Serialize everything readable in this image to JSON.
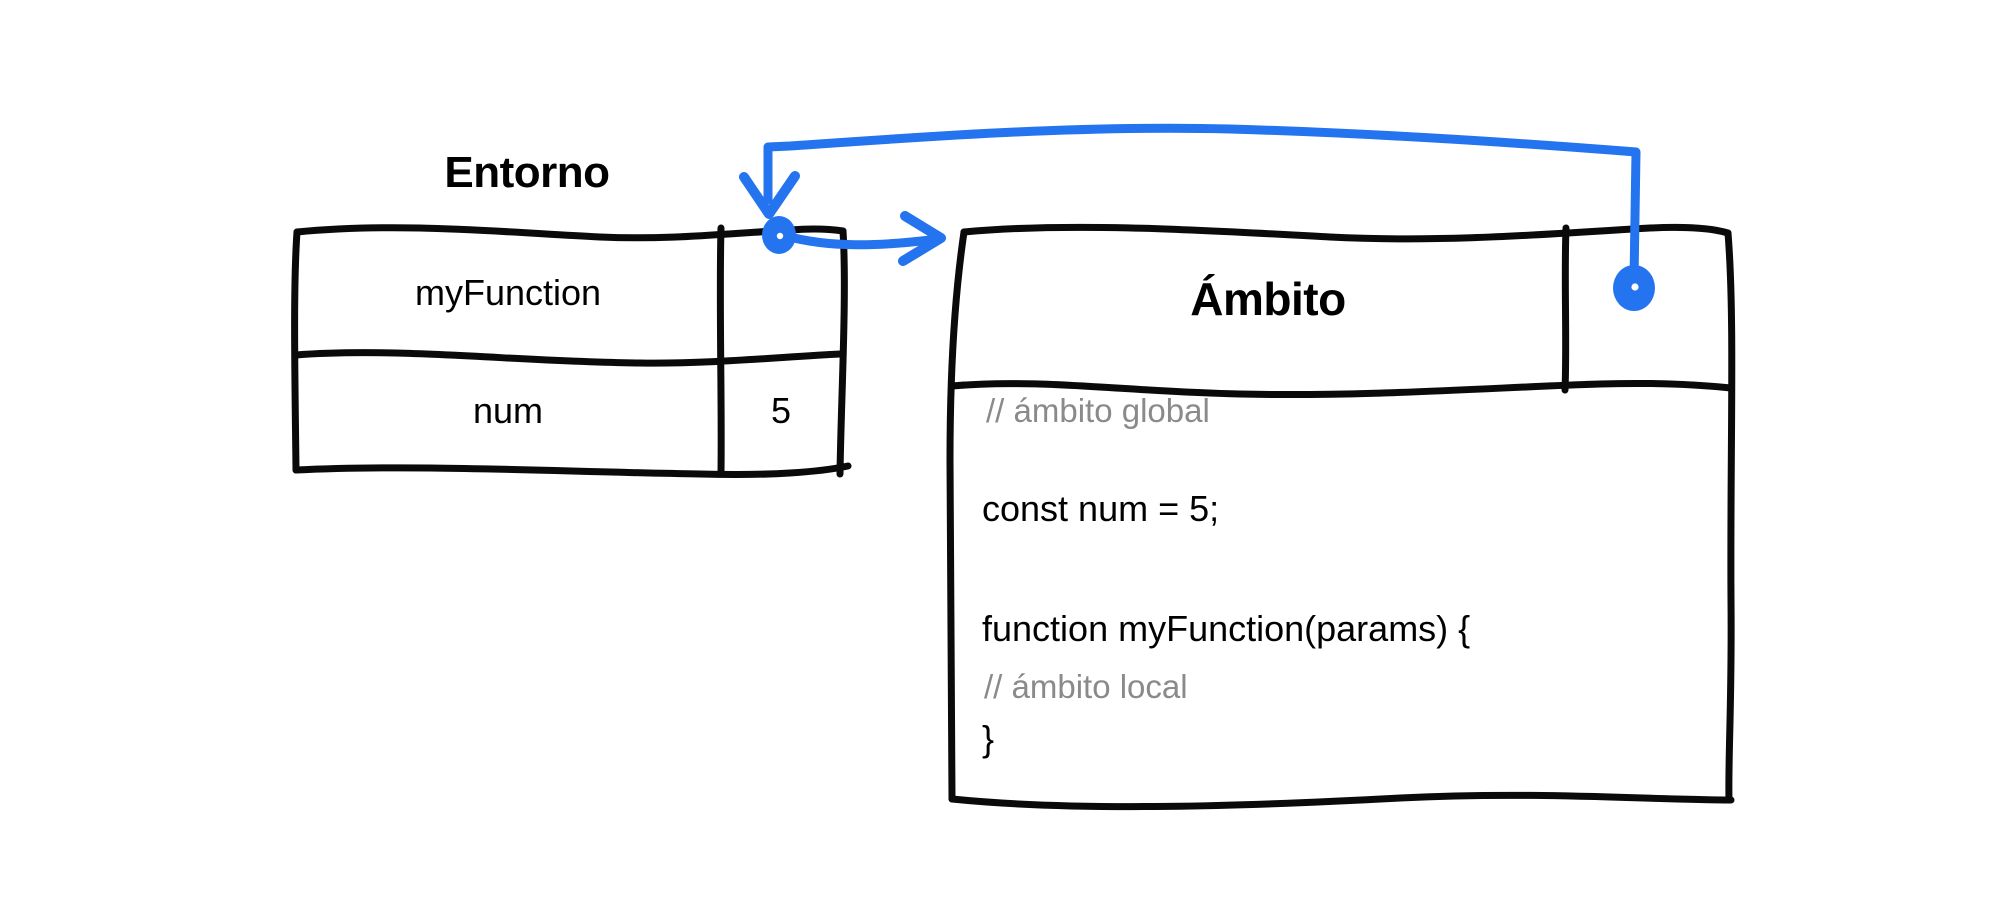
{
  "diagram": {
    "title_environment": "Entorno",
    "title_scope": "Ámbito",
    "colors": {
      "stroke": "#000000",
      "accent_blue": "#2374EE",
      "comment_gray": "#8A8A8A",
      "background": "#FFFFFF"
    }
  },
  "environment_table": {
    "caption": "Entorno",
    "rows": [
      {
        "name": "myFunction",
        "value": "",
        "value_is_reference": true
      },
      {
        "name": "num",
        "value": "5",
        "value_is_reference": false
      }
    ]
  },
  "scope_box": {
    "header": "Ámbito",
    "header_reference_cell": "",
    "code_lines": [
      {
        "text": "// ámbito global",
        "kind": "comment"
      },
      {
        "text": "",
        "kind": "blank"
      },
      {
        "text": "const num = 5;",
        "kind": "code"
      },
      {
        "text": "",
        "kind": "blank"
      },
      {
        "text": "function myFunction(params) {",
        "kind": "code"
      },
      {
        "text": "// ámbito local",
        "kind": "comment"
      },
      {
        "text": "}",
        "kind": "code"
      }
    ]
  },
  "connectors": [
    {
      "id": "myfunction-to-scope",
      "from": "environment-myfunction-reference-dot",
      "to": "scope-box-left-edge",
      "style": "arrow"
    },
    {
      "id": "scope-parent-to-environment",
      "from": "scope-header-reference-dot",
      "to": "environment-table-top-right-cell",
      "style": "arrow"
    }
  ]
}
